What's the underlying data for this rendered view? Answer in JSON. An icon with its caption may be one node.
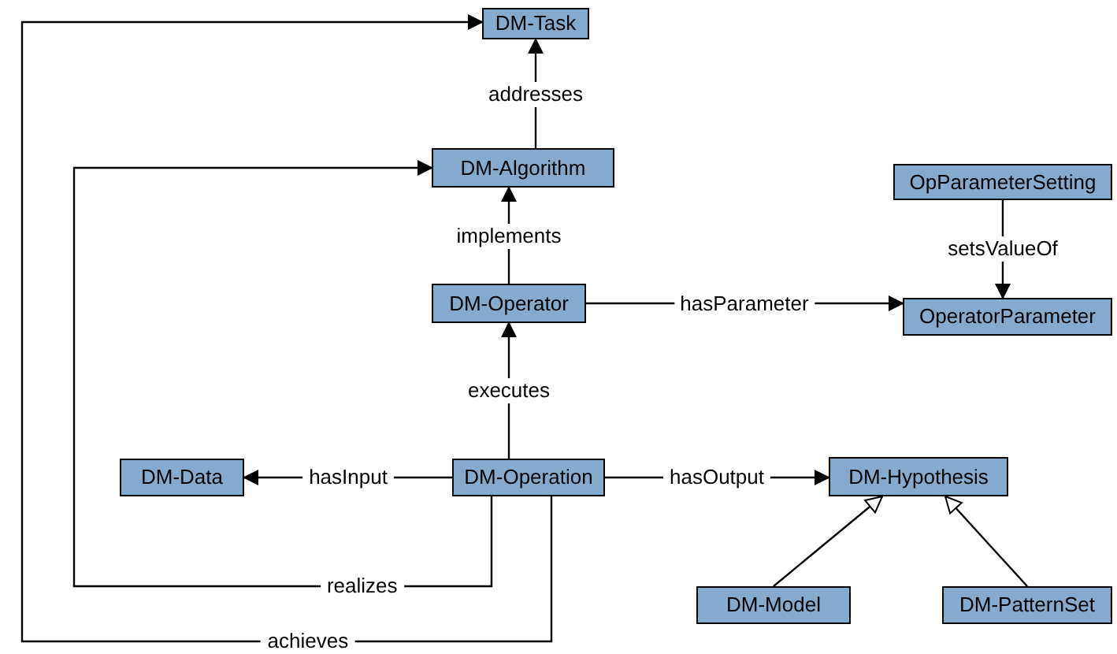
{
  "diagram": {
    "nodes": [
      {
        "text": [
          "DM-Task"
        ]
      },
      {
        "text": [
          "DM-Algorithm"
        ]
      },
      {
        "text": [
          "OpParameterSetting"
        ]
      },
      {
        "text": [
          "DM-Operator"
        ]
      },
      {
        "text": [
          "OperatorParameter"
        ]
      },
      {
        "text": [
          "DM-Data"
        ]
      },
      {
        "text": [
          "DM-Operation"
        ]
      },
      {
        "text": [
          "DM-Hypothesis"
        ]
      },
      {
        "text": [
          "DM-Model"
        ]
      },
      {
        "text": [
          "DM-PatternSet"
        ]
      }
    ],
    "edges": [
      {
        "from": 1,
        "to": 0,
        "arrow": "to",
        "label": "addresses"
      },
      {
        "from": 3,
        "to": 1,
        "arrow": "to",
        "label": "implements"
      },
      {
        "from": 3,
        "to": 4,
        "arrow": "to",
        "label": "hasParameter"
      },
      {
        "from": 2,
        "to": 4,
        "arrow": "to",
        "label": "setsValueOf"
      },
      {
        "from": 6,
        "to": 3,
        "arrow": "to",
        "label": "executes"
      },
      {
        "from": 6,
        "to": 5,
        "arrow": "to",
        "label": "hasInput"
      },
      {
        "from": 6,
        "to": 7,
        "arrow": "to",
        "label": "hasOutput"
      },
      {
        "from": 6,
        "to": 1,
        "arrow": "to",
        "label": "realizes"
      },
      {
        "from": 6,
        "to": 0,
        "arrow": "to",
        "label": "achieves"
      },
      {
        "from": 8,
        "to": 7,
        "arrow": "to"
      },
      {
        "from": 9,
        "to": 7,
        "arrow": "to"
      }
    ]
  }
}
